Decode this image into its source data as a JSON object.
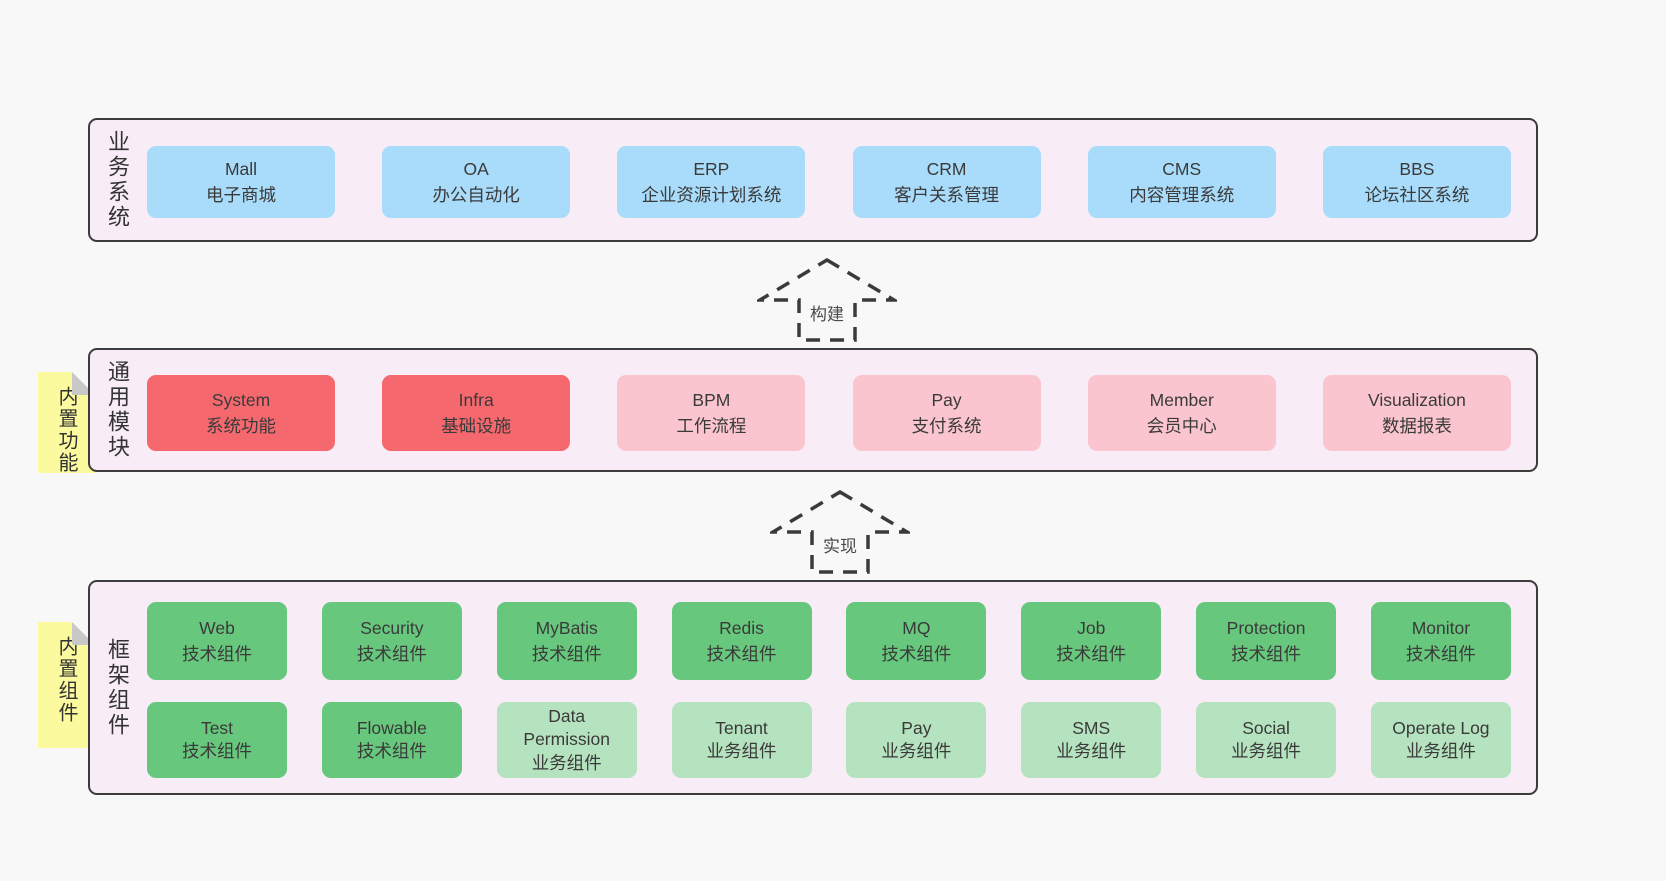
{
  "page": {
    "background": "#f8f8f8"
  },
  "colors": {
    "bandBg": "#f8edf6",
    "border": "#3c3c3c",
    "blue": "#a9dcfa",
    "red": "#f5696e",
    "pink": "#fac5ce",
    "green": "#67c87d",
    "lightGreen": "#b6e3bf",
    "noteYellow": "#fbfa9e",
    "foldGray": "#c8c8c8",
    "pageBg": "#f8f8f8",
    "text": "#3a3a3a"
  },
  "arrows": [
    {
      "label": "构建"
    },
    {
      "label": "实现"
    }
  ],
  "bands": [
    {
      "label": "业务系统",
      "boxes": [
        {
          "name": "Mall",
          "subtitle": "电子商城"
        },
        {
          "name": "OA",
          "subtitle": "办公自动化"
        },
        {
          "name": "ERP",
          "subtitle": "企业资源计划系统"
        },
        {
          "name": "CRM",
          "subtitle": "客户关系管理"
        },
        {
          "name": "CMS",
          "subtitle": "内容管理系统"
        },
        {
          "name": "BBS",
          "subtitle": "论坛社区系统"
        }
      ]
    },
    {
      "label": "通用模块",
      "note": "内置功能",
      "boxes": [
        {
          "name": "System",
          "subtitle": "系统功能"
        },
        {
          "name": "Infra",
          "subtitle": "基础设施"
        },
        {
          "name": "BPM",
          "subtitle": "工作流程"
        },
        {
          "name": "Pay",
          "subtitle": "支付系统"
        },
        {
          "name": "Member",
          "subtitle": "会员中心"
        },
        {
          "name": "Visualization",
          "subtitle": "数据报表"
        }
      ]
    },
    {
      "label": "框架组件",
      "note": "内置组件",
      "rows": [
        [
          {
            "name": "Web",
            "subtitle": "技术组件"
          },
          {
            "name": "Security",
            "subtitle": "技术组件"
          },
          {
            "name": "MyBatis",
            "subtitle": "技术组件"
          },
          {
            "name": "Redis",
            "subtitle": "技术组件"
          },
          {
            "name": "MQ",
            "subtitle": "技术组件"
          },
          {
            "name": "Job",
            "subtitle": "技术组件"
          },
          {
            "name": "Protection",
            "subtitle": "技术组件"
          },
          {
            "name": "Monitor",
            "subtitle": "技术组件"
          }
        ],
        [
          {
            "name": "Test",
            "subtitle": "技术组件"
          },
          {
            "name": "Flowable",
            "subtitle": "技术组件"
          },
          {
            "name": "Data Permission",
            "subtitle": "业务组件"
          },
          {
            "name": "Tenant",
            "subtitle": "业务组件"
          },
          {
            "name": "Pay",
            "subtitle": "业务组件"
          },
          {
            "name": "SMS",
            "subtitle": "业务组件"
          },
          {
            "name": "Social",
            "subtitle": "业务组件"
          },
          {
            "name": "Operate Log",
            "subtitle": "业务组件"
          }
        ]
      ]
    }
  ]
}
